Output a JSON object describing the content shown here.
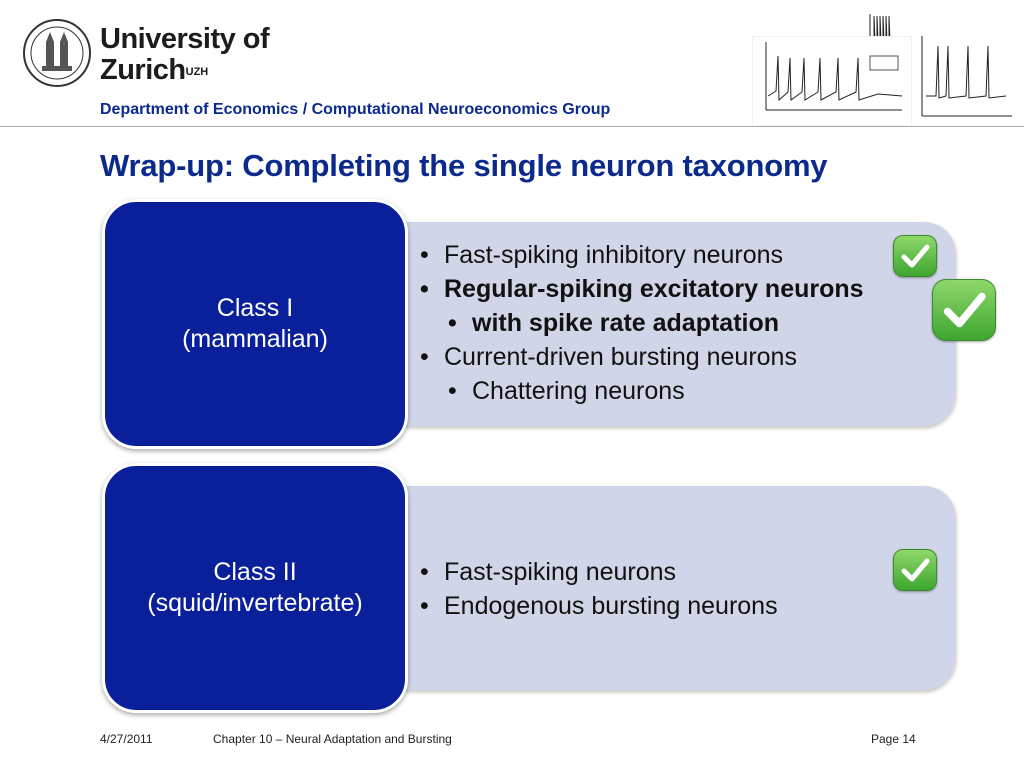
{
  "header": {
    "university_line1": "University of",
    "university_line2": "Zurich",
    "university_sup": "UZH",
    "department": "Department of Economics / Computational Neuroeconomics Group"
  },
  "slide": {
    "title": "Wrap-up: Completing the single neuron taxonomy"
  },
  "classes": [
    {
      "name_line1": "Class I",
      "name_line2": "(mammalian)",
      "items": [
        {
          "text": "Fast-spiking inhibitory neurons",
          "level": 1,
          "bold": false,
          "checked": true
        },
        {
          "text": "Regular-spiking excitatory neurons",
          "level": 1,
          "bold": true,
          "checked": true
        },
        {
          "text": "with spike rate adaptation",
          "level": 2,
          "bold": true,
          "checked": false
        },
        {
          "text": "Current-driven bursting neurons",
          "level": 1,
          "bold": false,
          "checked": false
        },
        {
          "text": "Chattering neurons",
          "level": 2,
          "bold": false,
          "checked": false
        }
      ]
    },
    {
      "name_line1": "Class II",
      "name_line2": "(squid/invertebrate)",
      "items": [
        {
          "text": "Fast-spiking neurons",
          "level": 1,
          "bold": false,
          "checked": true
        },
        {
          "text": "Endogenous bursting neurons",
          "level": 1,
          "bold": false,
          "checked": false
        }
      ]
    }
  ],
  "bullet_char": "•",
  "icons": {
    "logo": "university-seal-icon",
    "check": "green-checkmark-icon",
    "plot": "spike-train-plot-icon"
  },
  "colors": {
    "title_blue": "#0b2a8c",
    "class_panel": "#0a1f9a",
    "content_panel": "#d0d5e8",
    "check_green": "#4cb63a"
  },
  "footer": {
    "date": "4/27/2011",
    "chapter": "Chapter 10 – Neural Adaptation and Bursting",
    "page": "Page 14"
  }
}
